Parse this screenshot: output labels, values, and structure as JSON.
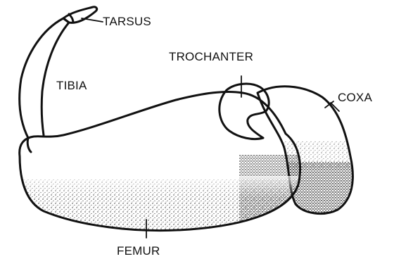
{
  "diagram": {
    "labels": {
      "tarsus": "TARSUS",
      "tibia": "TIBIA",
      "trochanter": "TROCHANTER",
      "coxa": "COXA",
      "femur": "FEMUR"
    },
    "colors": {
      "ink": "#111111",
      "background": "#ffffff"
    }
  }
}
